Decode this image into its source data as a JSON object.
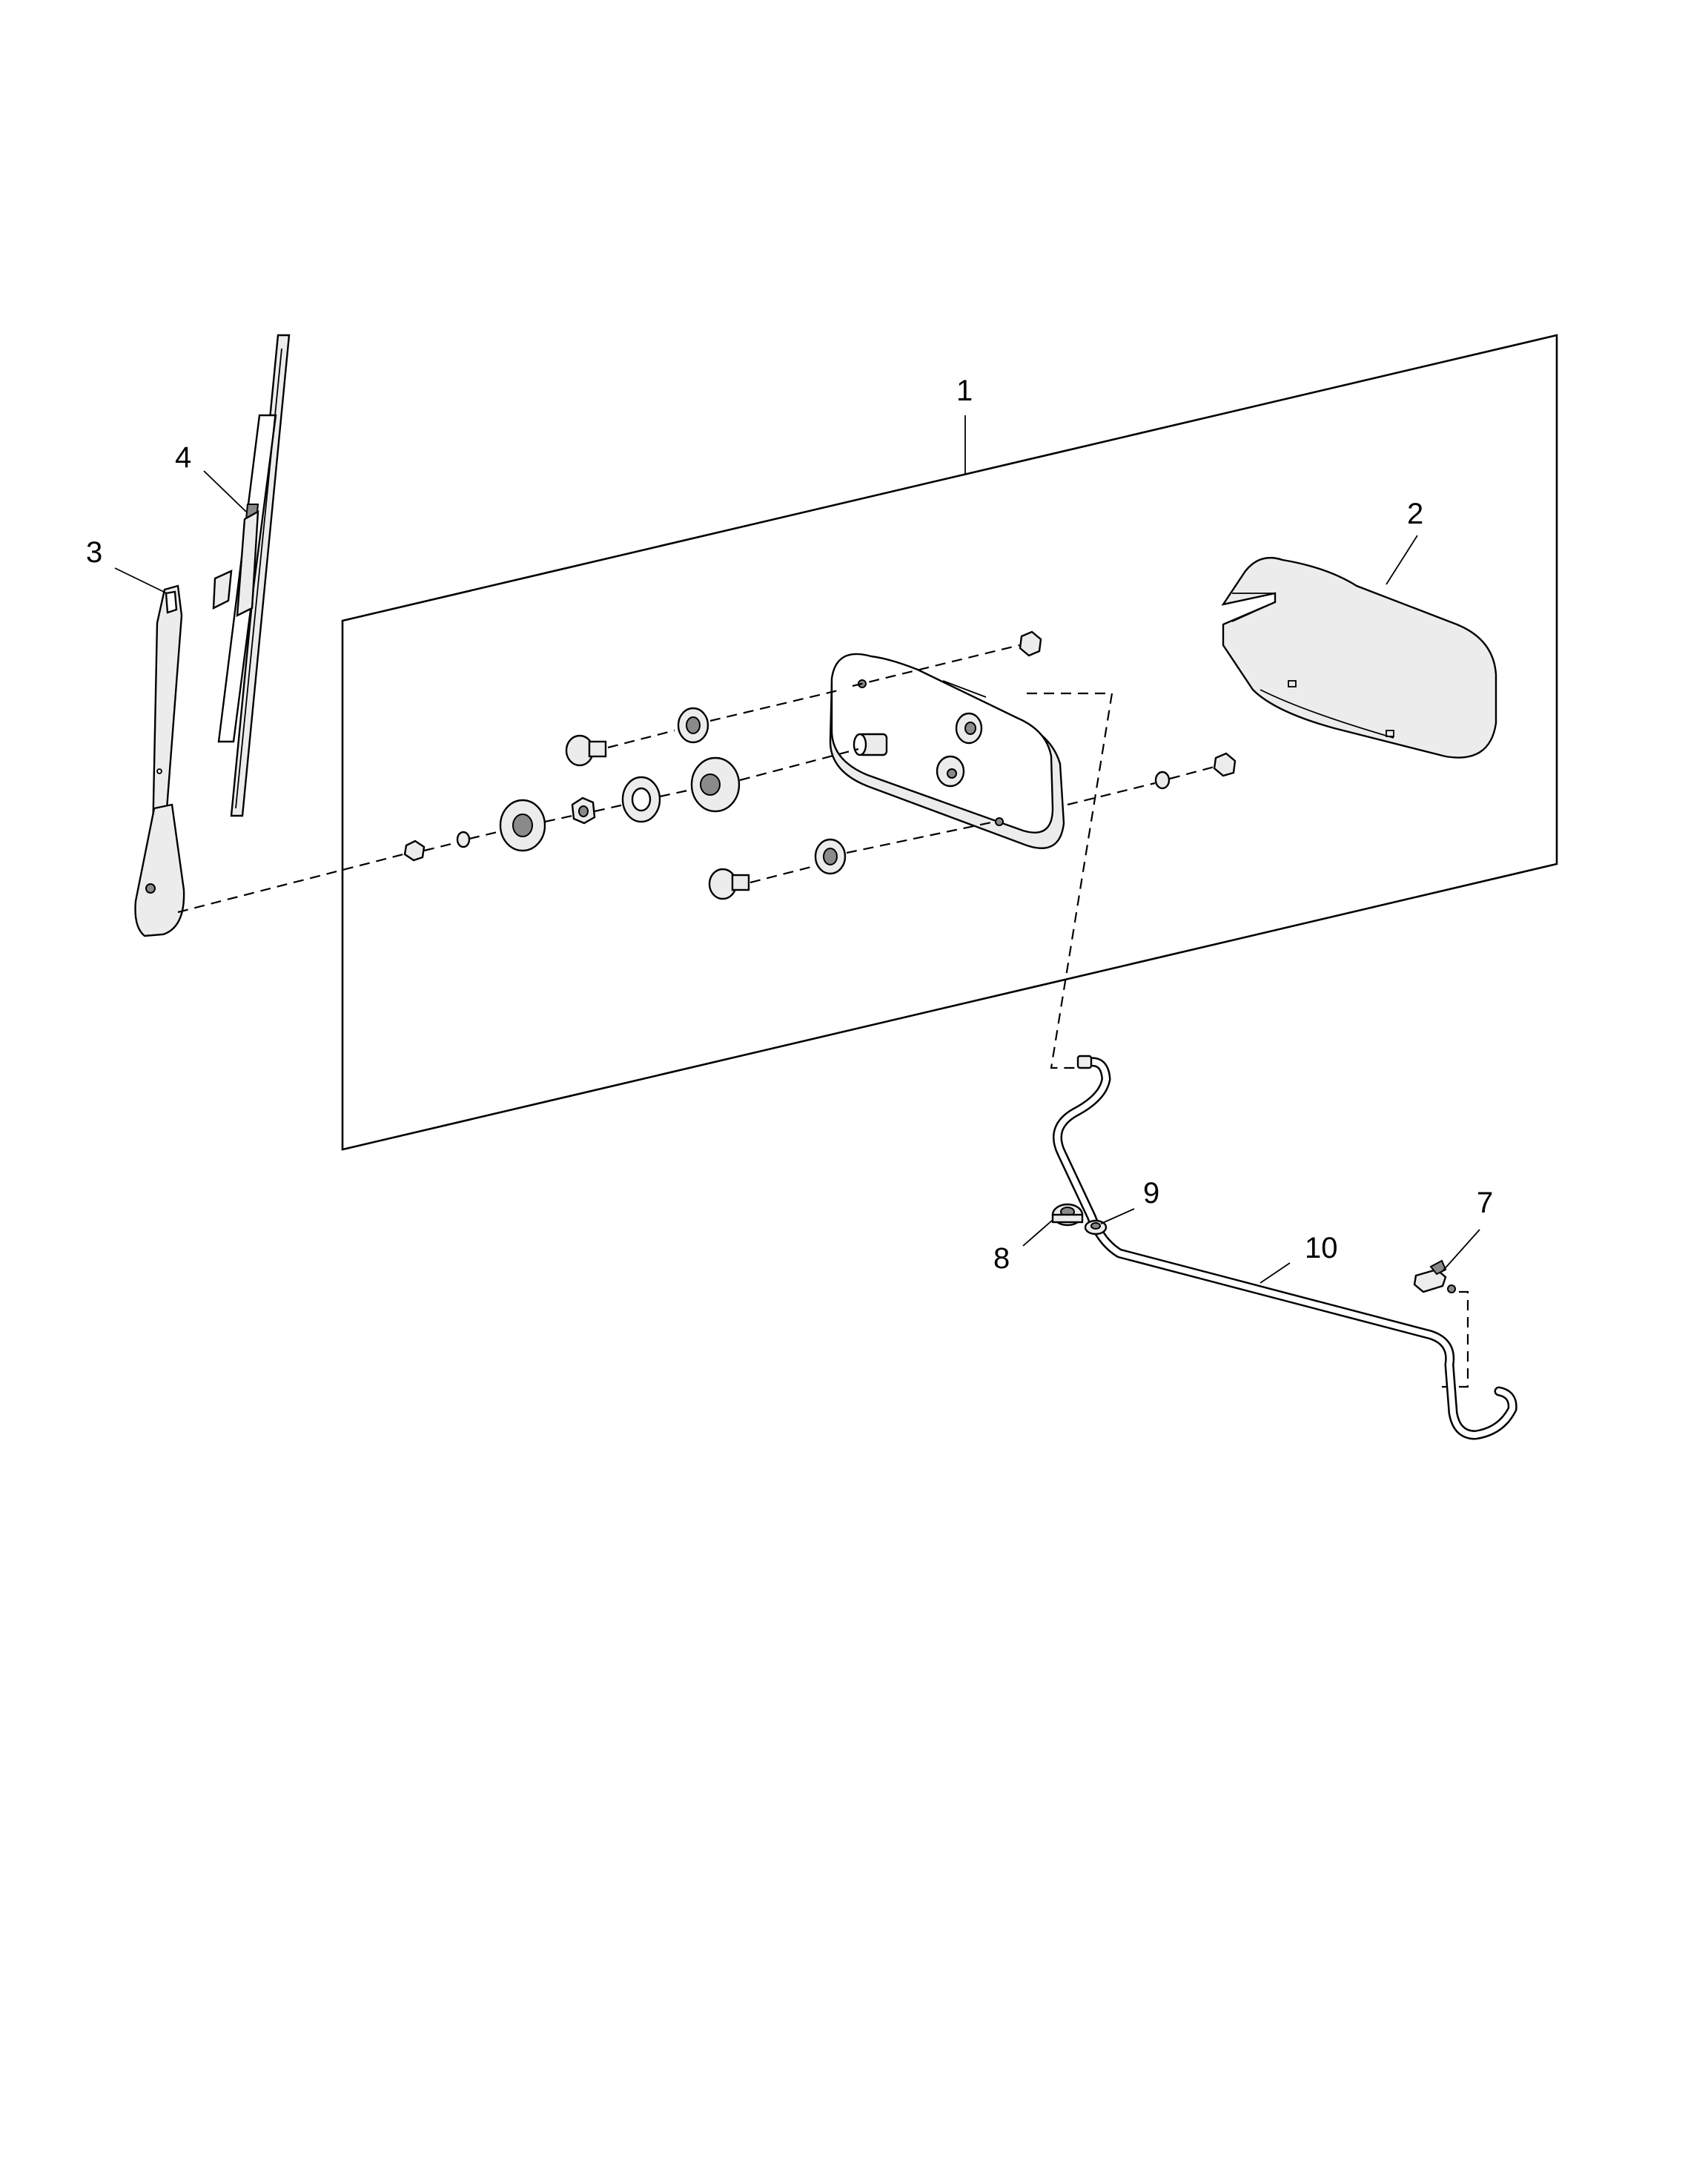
{
  "diagram": {
    "callouts": [
      {
        "id": "1",
        "part": "rear-wiper-motor-assembly"
      },
      {
        "id": "2",
        "part": "motor-cover"
      },
      {
        "id": "3",
        "part": "wiper-arm"
      },
      {
        "id": "4",
        "part": "wiper-blade"
      },
      {
        "id": "7",
        "part": "washer-nozzle"
      },
      {
        "id": "8",
        "part": "grommet"
      },
      {
        "id": "9",
        "part": "clip"
      },
      {
        "id": "10",
        "part": "washer-hose"
      }
    ]
  }
}
